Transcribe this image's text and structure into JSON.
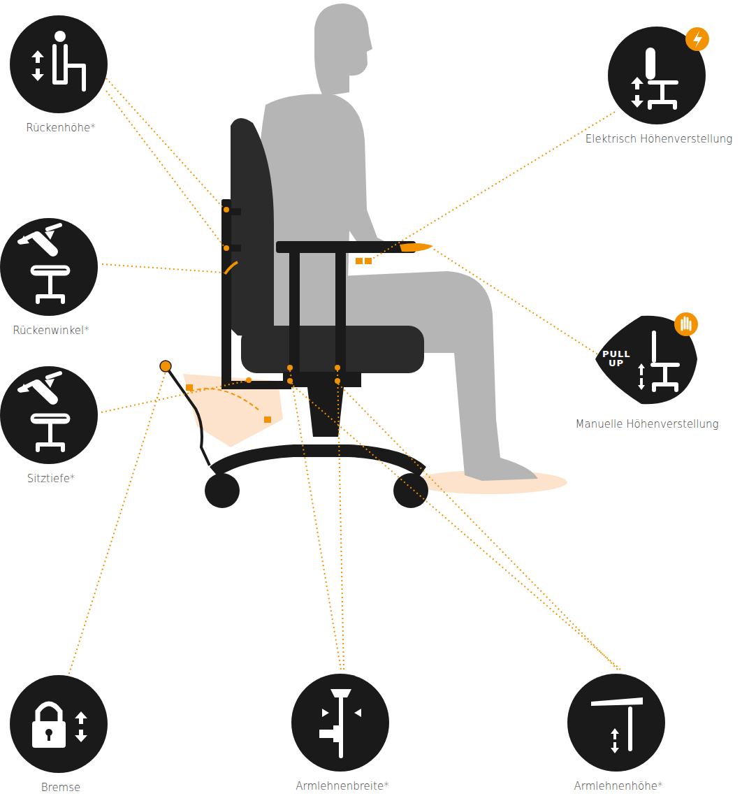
{
  "diagram": {
    "nodes": [
      {
        "text": [
          "Rückenhöhe*"
        ]
      },
      {
        "text": [
          "Elektrisch Höhenverstellung"
        ]
      },
      {
        "text": [
          "Rückenwinkel*"
        ]
      },
      {
        "text": [
          "PULL UP",
          "Manuelle Höhenverstellung"
        ]
      },
      {
        "text": [
          "Sitztiefe*"
        ]
      },
      {
        "text": [
          "Bremse"
        ]
      },
      {
        "text": [
          "Armlehnenbreite*"
        ]
      },
      {
        "text": [
          "Armlehnenhöhe*"
        ]
      }
    ]
  }
}
